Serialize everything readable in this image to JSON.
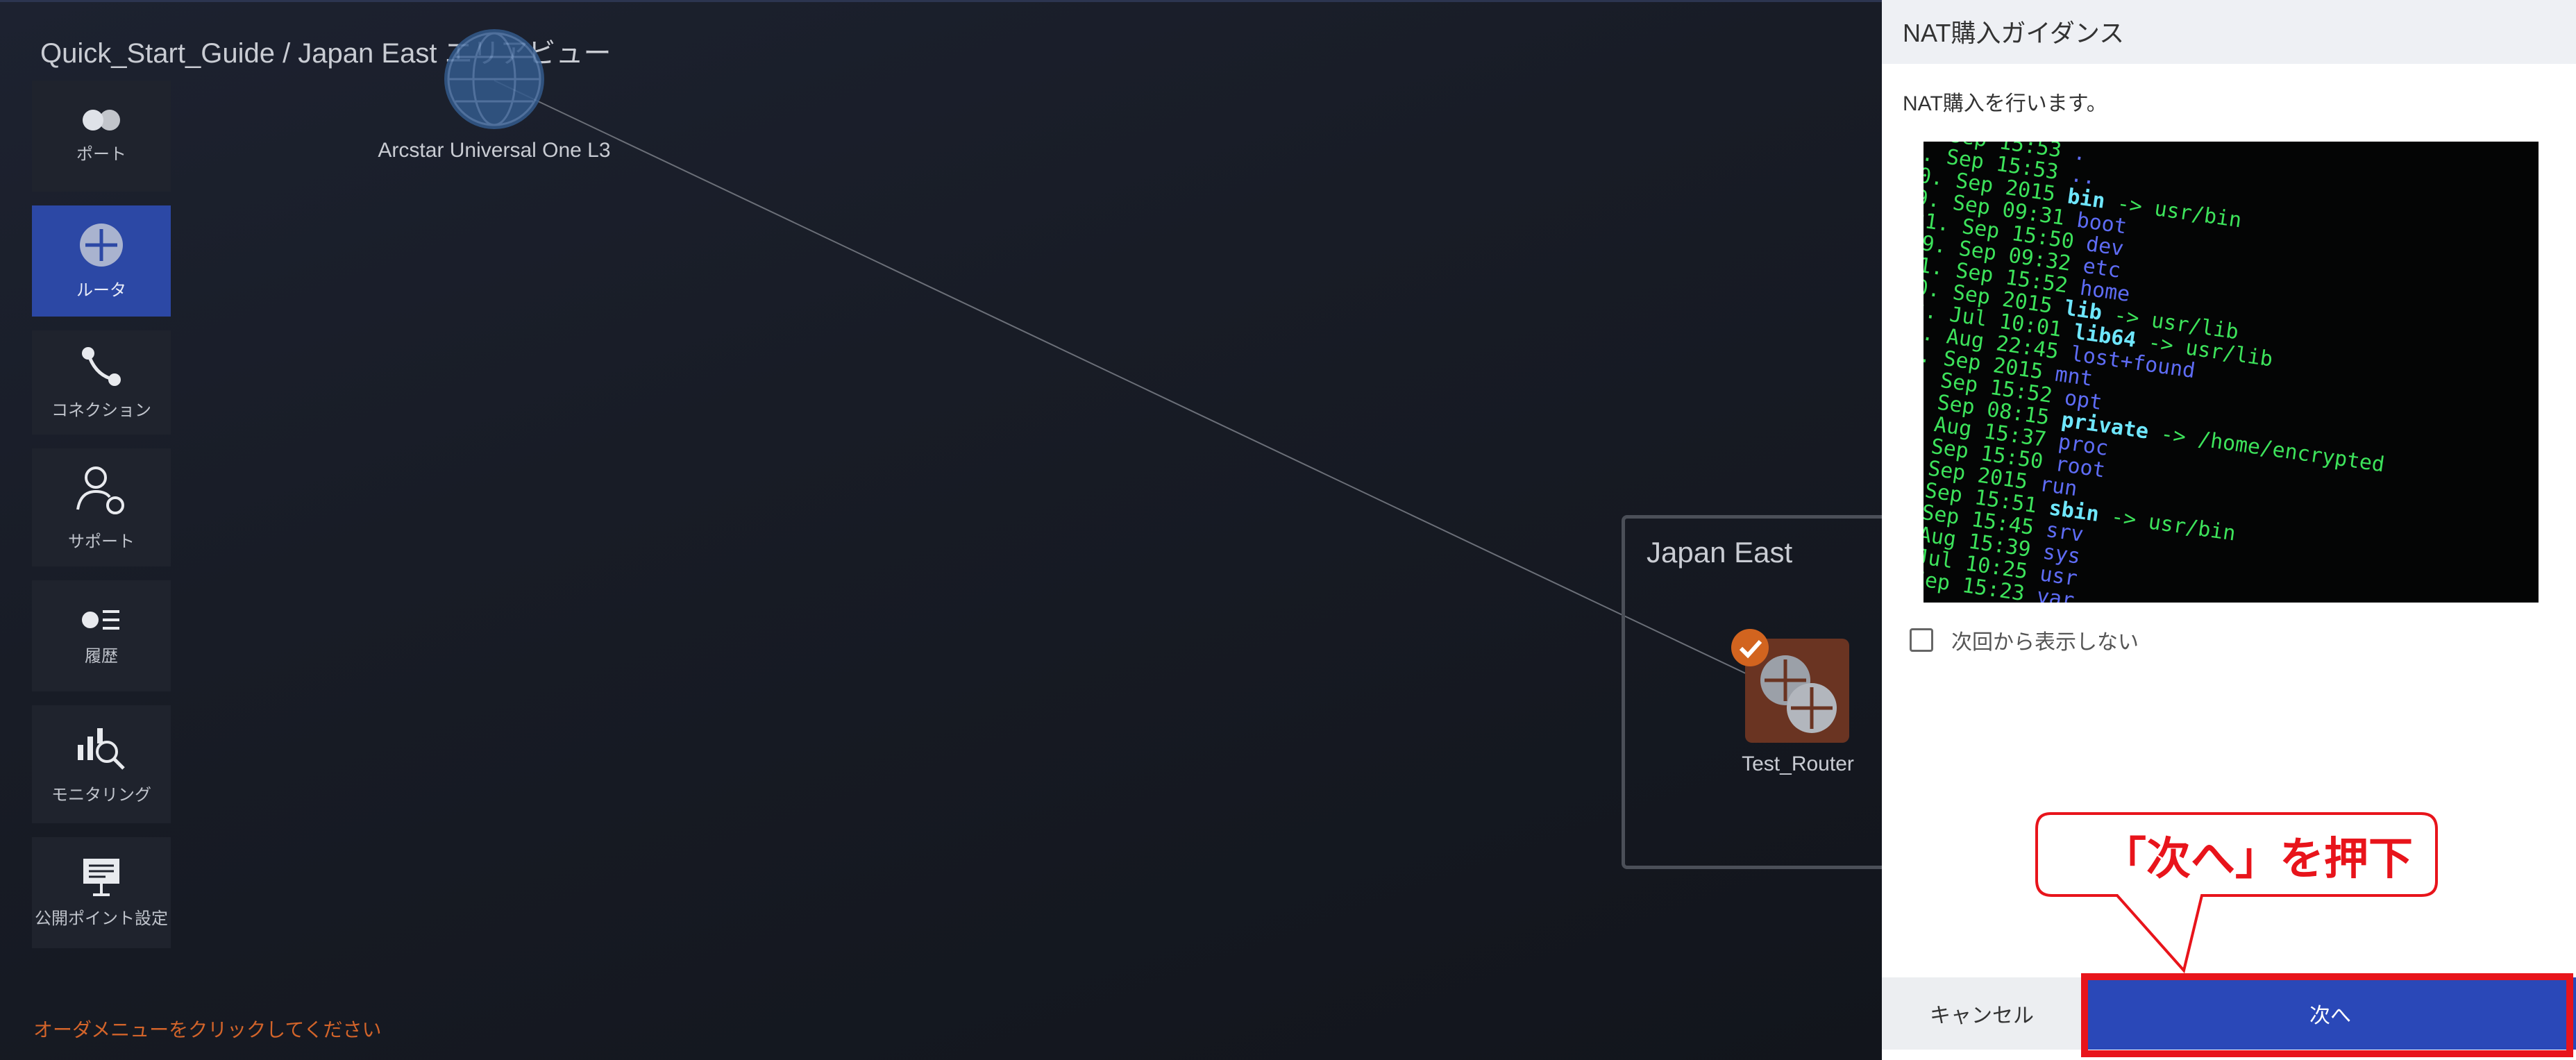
{
  "breadcrumb": "Quick_Start_Guide / Japan East エリアビュー",
  "sidebar": {
    "items": [
      {
        "label": "ポート"
      },
      {
        "label": "ルータ"
      },
      {
        "label": "コネクション"
      },
      {
        "label": "サポート"
      },
      {
        "label": "履歴"
      },
      {
        "label": "モニタリング"
      },
      {
        "label": "公開ポイント設定"
      }
    ]
  },
  "canvas": {
    "arcstar_label": "Arcstar Universal One L3",
    "region_title": "Japan East",
    "router_label": "Test_Router",
    "order_hint": "オーダメニューをクリックしてください"
  },
  "panel": {
    "title": "NAT購入ガイダンス",
    "description": "NAT購入を行います。",
    "dont_show_label": "次回から表示しない",
    "cancel_label": "キャンセル",
    "next_label": "次へ"
  },
  "callout": {
    "text": "「次へ」を押下"
  },
  "colors": {
    "accent": "#2a48b8",
    "router": "#6a3422",
    "check": "#d2641f",
    "highlight": "#e8141b",
    "hint": "#d3642a"
  }
}
